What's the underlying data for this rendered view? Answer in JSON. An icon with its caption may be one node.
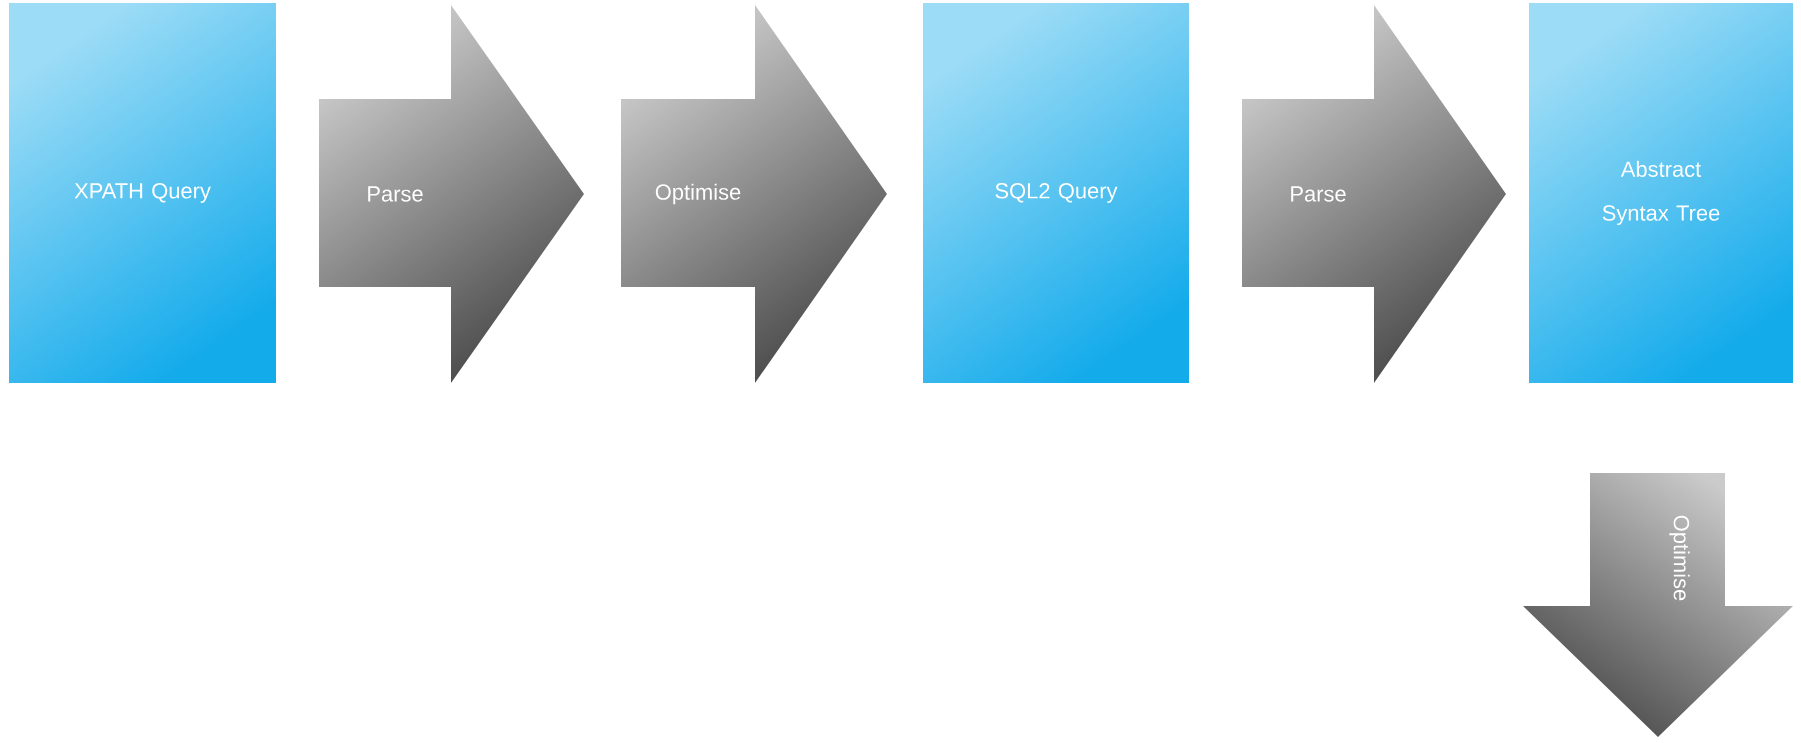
{
  "diagram": {
    "nodes": [
      {
        "text": [
          "XPATH Query"
        ]
      },
      {
        "text": [
          "Parse"
        ]
      },
      {
        "text": [
          "Optimise"
        ]
      },
      {
        "text": [
          "SQL2 Query"
        ]
      },
      {
        "text": [
          "Parse"
        ]
      },
      {
        "text": [
          "Abstract Syntax Tree"
        ]
      },
      {
        "text": [
          "Optimise"
        ]
      }
    ]
  }
}
